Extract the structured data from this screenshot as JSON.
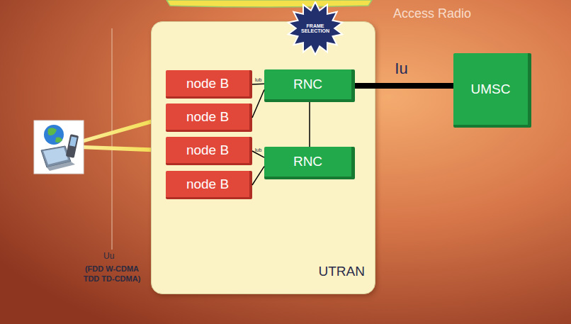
{
  "diagram": {
    "nodes": [
      {
        "text": [
          "UTRAN"
        ]
      },
      {
        "text": [
          "node B"
        ],
        "in": 0
      },
      {
        "text": [
          "node B"
        ],
        "in": 0
      },
      {
        "text": [
          "node B"
        ],
        "in": 0
      },
      {
        "text": [
          "node B"
        ],
        "in": 0
      },
      {
        "text": [
          "RNC"
        ],
        "in": 0
      },
      {
        "text": [
          "RNC"
        ],
        "in": 0
      },
      {
        "text": [
          "UMSC"
        ]
      },
      {
        "text": [
          "FRAME SELECTION"
        ]
      }
    ],
    "edges": [
      {
        "from": 1,
        "to": 5,
        "arrow": "none",
        "label": "Iub"
      },
      {
        "from": 2,
        "to": 5,
        "arrow": "none"
      },
      {
        "from": 3,
        "to": 6,
        "arrow": "none",
        "label": "Iub"
      },
      {
        "from": 4,
        "to": 6,
        "arrow": "none"
      },
      {
        "from": 5,
        "to": 6,
        "arrow": "none"
      },
      {
        "from": 5,
        "to": 7,
        "arrow": "none",
        "label": "Iu"
      }
    ],
    "labels": [
      "Access Radio",
      "Uu",
      "(FDD W-CDMA TDD TD-CDMA)"
    ]
  }
}
